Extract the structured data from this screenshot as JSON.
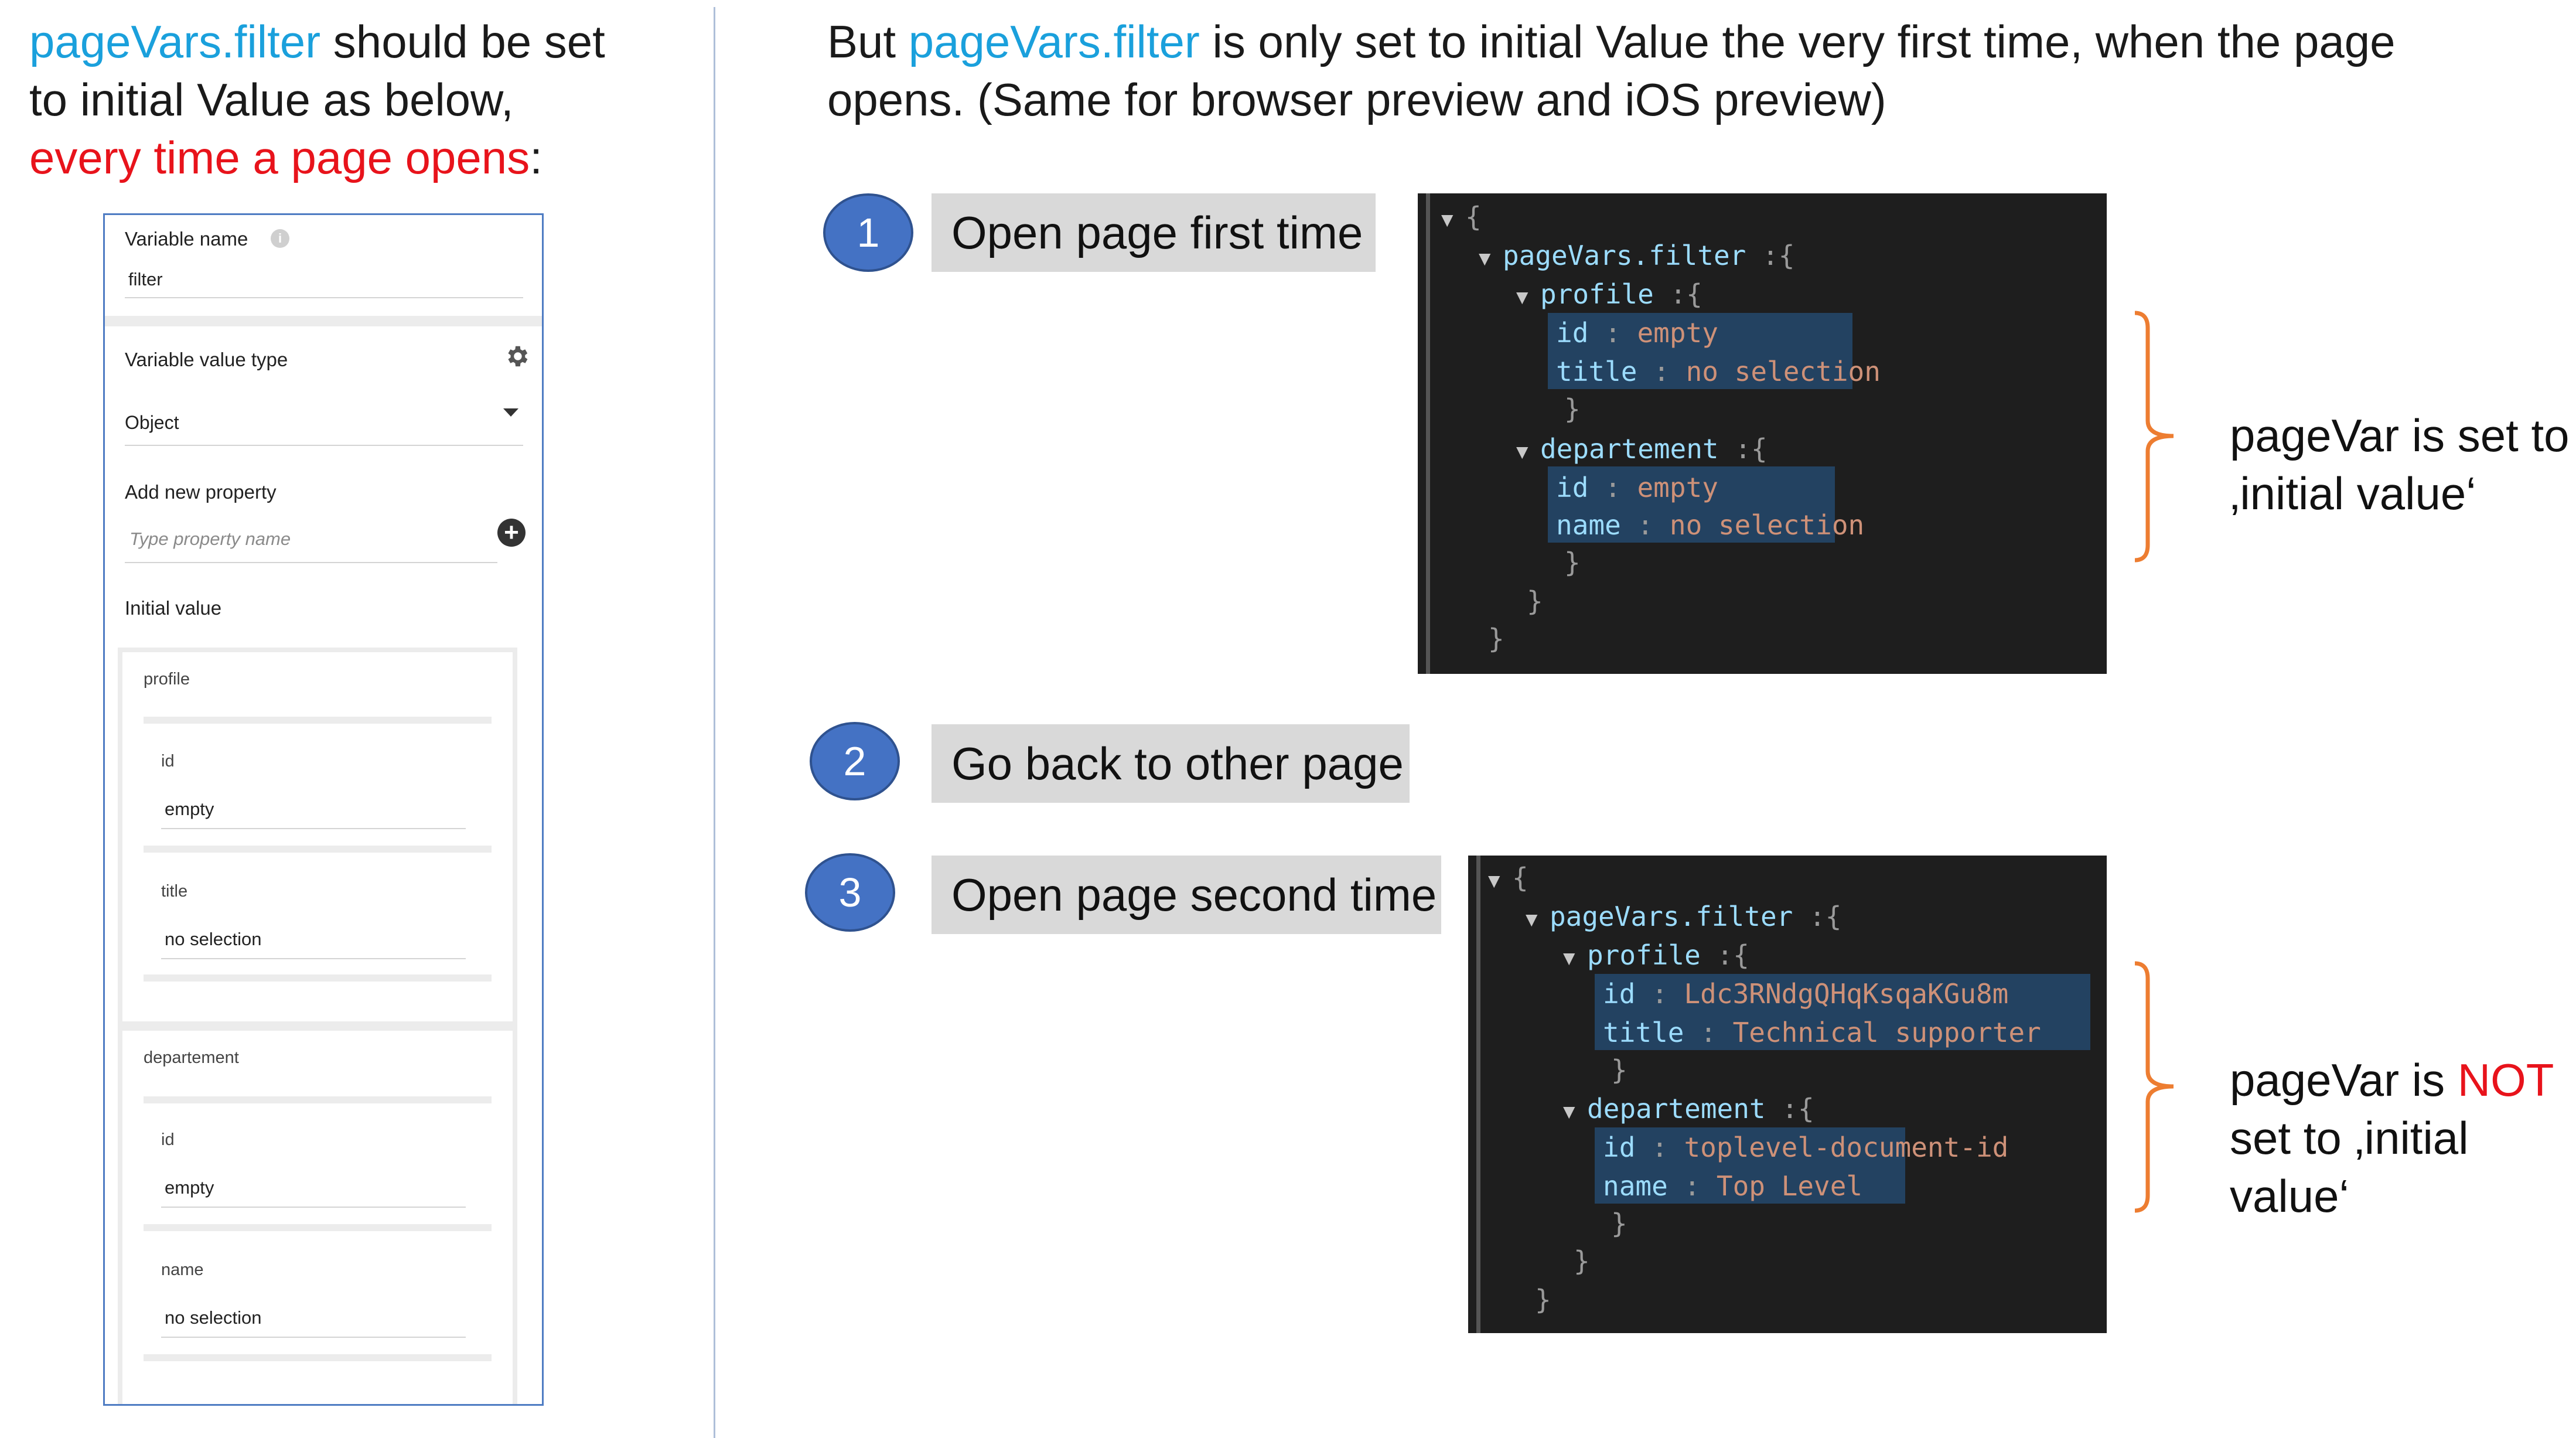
{
  "left_heading": {
    "part1_highlight": "pageVars.filter",
    "part1_rest": " should be set",
    "line2": "to initial Value as below,",
    "line3_red": "every time a page opens",
    "line3_end": ":"
  },
  "panel": {
    "variable_name_label": "Variable name",
    "variable_name_value": "filter",
    "value_type_label": "Variable value type",
    "value_type_selected": "Object",
    "add_property_label": "Add new property",
    "add_property_placeholder": "Type property name",
    "initial_value_label": "Initial value",
    "profile": {
      "label": "profile",
      "fields": [
        {
          "name": "id",
          "value": "empty"
        },
        {
          "name": "title",
          "value": "no selection"
        }
      ]
    },
    "departement": {
      "label": "departement",
      "fields": [
        {
          "name": "id",
          "value": "empty"
        },
        {
          "name": "name",
          "value": "no selection"
        }
      ]
    }
  },
  "right_heading": {
    "part1": "But ",
    "highlight": "pageVars.filter",
    "part2": " is only set to initial Value the very first time, when the page",
    "line2": "opens. (Same for browser preview and iOS preview)"
  },
  "steps": [
    {
      "number": "1",
      "label": "Open page first time"
    },
    {
      "number": "2",
      "label": "Go back to other page"
    },
    {
      "number": "3",
      "label": "Open page second time"
    }
  ],
  "code1": {
    "open": "{",
    "root_key": "pageVars.filter",
    "profile_key": "profile",
    "profile_id_key": "id",
    "profile_id_val": "empty",
    "profile_title_key": "title",
    "profile_title_val": "no selection",
    "dept_key": "departement",
    "dept_id_key": "id",
    "dept_id_val": "empty",
    "dept_name_key": "name",
    "dept_name_val": "no selection",
    "close": "}"
  },
  "code2": {
    "open": "{",
    "root_key": "pageVars.filter",
    "profile_key": "profile",
    "profile_id_key": "id",
    "profile_id_val": "Ldc3RNdgQHqKsqaKGu8m",
    "profile_title_key": "title",
    "profile_title_val": "Technical supporter",
    "dept_key": "departement",
    "dept_id_key": "id",
    "dept_id_val": "toplevel-document-id",
    "dept_name_key": "name",
    "dept_name_val": "Top Level",
    "close": "}"
  },
  "note1": {
    "line1": "pageVar is set to",
    "line2": "‚initial value‘"
  },
  "note2": {
    "line1_a": "pageVar is ",
    "line1_red": "NOT",
    "line2": "set to ‚initial",
    "line3": "value‘"
  },
  "colors": {
    "accent_blue": "#1aa0dc",
    "red": "#e8131b",
    "circle": "#4472c4",
    "bracket": "#ed7d31",
    "code_bg": "#1e1e1e"
  }
}
